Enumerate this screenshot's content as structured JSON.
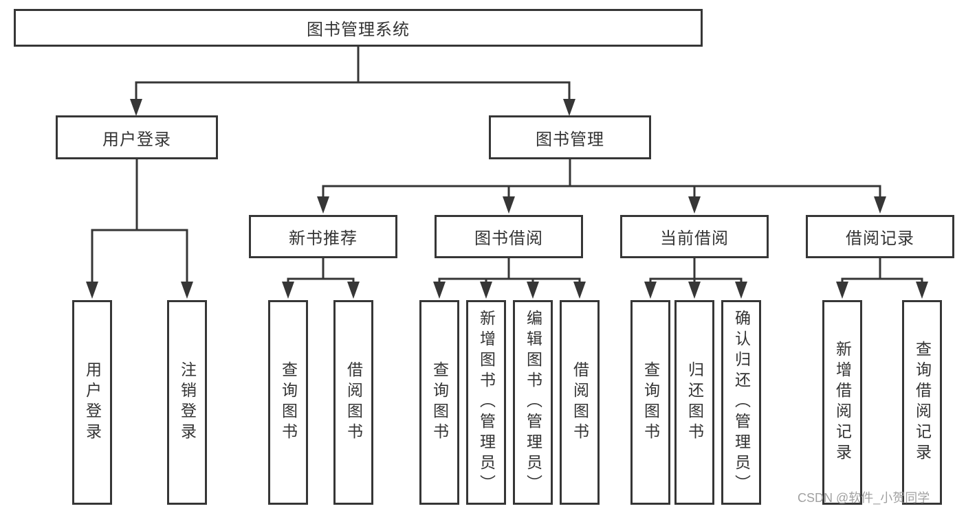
{
  "tree": {
    "label": "图书管理系统",
    "children": [
      {
        "label": "用户登录",
        "children": [
          {
            "label": "用户登录"
          },
          {
            "label": "注销登录"
          }
        ]
      },
      {
        "label": "图书管理",
        "children": [
          {
            "label": "新书推荐",
            "children": [
              {
                "label": "查询图书"
              },
              {
                "label": "借阅图书"
              }
            ]
          },
          {
            "label": "图书借阅",
            "children": [
              {
                "label": "查询图书"
              },
              {
                "label": "新增图书（管理员）"
              },
              {
                "label": "编辑图书（管理员）"
              },
              {
                "label": "借阅图书"
              }
            ]
          },
          {
            "label": "当前借阅",
            "children": [
              {
                "label": "查询图书"
              },
              {
                "label": "归还图书"
              },
              {
                "label": "确认归还（管理员）"
              }
            ]
          },
          {
            "label": "借阅记录",
            "children": [
              {
                "label": "新增借阅记录"
              },
              {
                "label": "查询借阅记录"
              }
            ]
          }
        ]
      }
    ]
  },
  "watermark": "CSDN @软件_小贺同学",
  "colors": {
    "line": "#363636",
    "text": "#333333",
    "watermark": "#999999",
    "background": "#ffffff"
  }
}
